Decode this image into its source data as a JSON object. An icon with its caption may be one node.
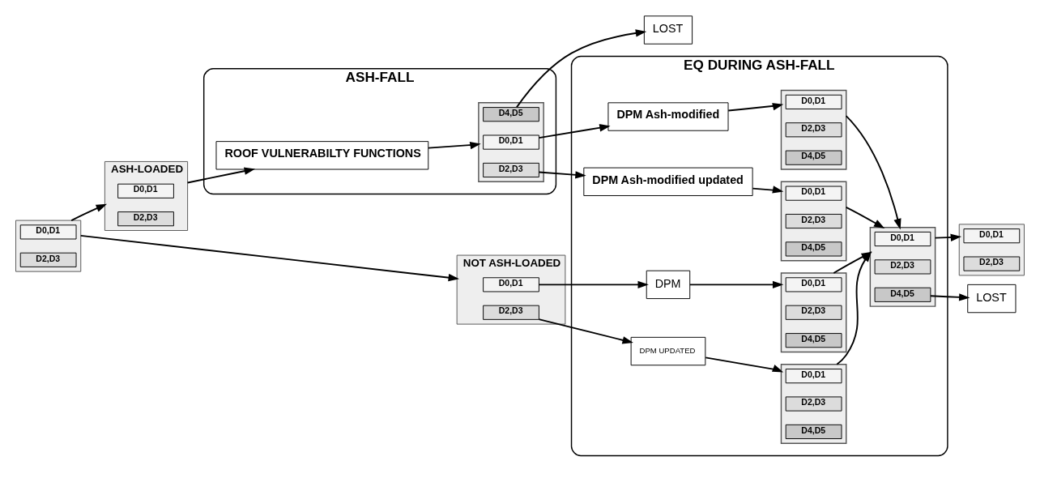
{
  "diagram": {
    "nodes": [
      {
        "text": [],
        "shape": "box"
      },
      {
        "text": [
          "D0,D1"
        ],
        "in": 0
      },
      {
        "text": [
          "D2,D3"
        ],
        "in": 0
      },
      {
        "text": [
          "ASH-LOADED"
        ]
      },
      {
        "text": [
          "D0,D1"
        ],
        "in": 3
      },
      {
        "text": [
          "D2,D3"
        ],
        "in": 3
      },
      {
        "text": [
          "NOT ASH-LOADED"
        ]
      },
      {
        "text": [
          "D0,D1"
        ],
        "in": 6
      },
      {
        "text": [
          "D2,D3"
        ],
        "in": 6
      },
      {
        "text": [
          "ASH-FALL"
        ]
      },
      {
        "text": [
          "ROOF VULNERABILTY FUNCTIONS"
        ],
        "in": 9
      },
      {
        "text": [],
        "shape": "box",
        "in": 9
      },
      {
        "text": [
          "D0,D1"
        ],
        "in": 11
      },
      {
        "text": [
          "D2,D3"
        ],
        "in": 11
      },
      {
        "text": [
          "D4,D5"
        ],
        "in": 11
      },
      {
        "text": [
          "LOST"
        ]
      },
      {
        "text": [
          "EQ DURING ASH-FALL"
        ]
      },
      {
        "text": [
          "DPM Ash-modified"
        ],
        "in": 16
      },
      {
        "text": [],
        "shape": "box",
        "in": 16
      },
      {
        "text": [
          "D0,D1"
        ],
        "in": 18
      },
      {
        "text": [
          "D2,D3"
        ],
        "in": 18
      },
      {
        "text": [
          "D4,D5"
        ],
        "in": 18
      },
      {
        "text": [
          "DPM Ash-modified updated"
        ],
        "in": 16
      },
      {
        "text": [],
        "shape": "box",
        "in": 16
      },
      {
        "text": [
          "D0,D1"
        ],
        "in": 23
      },
      {
        "text": [
          "D2,D3"
        ],
        "in": 23
      },
      {
        "text": [
          "D4,D5"
        ],
        "in": 23
      },
      {
        "text": [
          "DPM"
        ],
        "in": 16
      },
      {
        "text": [],
        "shape": "box",
        "in": 16
      },
      {
        "text": [
          "D0,D1"
        ],
        "in": 28
      },
      {
        "text": [
          "D2,D3"
        ],
        "in": 28
      },
      {
        "text": [
          "D4,D5"
        ],
        "in": 28
      },
      {
        "text": [
          "DPM UPDATED"
        ],
        "in": 16
      },
      {
        "text": [],
        "shape": "box",
        "in": 16
      },
      {
        "text": [
          "D0,D1"
        ],
        "in": 33
      },
      {
        "text": [
          "D2,D3"
        ],
        "in": 33
      },
      {
        "text": [
          "D4,D5"
        ],
        "in": 33
      },
      {
        "text": [],
        "shape": "box",
        "in": 16
      },
      {
        "text": [
          "D0,D1"
        ],
        "in": 37
      },
      {
        "text": [
          "D2,D3"
        ],
        "in": 37
      },
      {
        "text": [
          "D4,D5"
        ],
        "in": 37
      },
      {
        "text": [],
        "shape": "box"
      },
      {
        "text": [
          "D0,D1"
        ],
        "in": 41
      },
      {
        "text": [
          "D2,D3"
        ],
        "in": 41
      },
      {
        "text": [
          "LOST"
        ]
      }
    ],
    "edges": [
      {
        "from": 0,
        "to": 3,
        "arrow": "to"
      },
      {
        "from": 0,
        "to": 6,
        "arrow": "to"
      },
      {
        "from": 3,
        "to": 10,
        "arrow": "to"
      },
      {
        "from": 10,
        "to": 11,
        "arrow": "to"
      },
      {
        "from": 12,
        "to": 17,
        "arrow": "to"
      },
      {
        "from": 13,
        "to": 22,
        "arrow": "to"
      },
      {
        "from": 14,
        "to": 15,
        "arrow": "to"
      },
      {
        "from": 7,
        "to": 27,
        "arrow": "to"
      },
      {
        "from": 8,
        "to": 32,
        "arrow": "to"
      },
      {
        "from": 17,
        "to": 18,
        "arrow": "to"
      },
      {
        "from": 22,
        "to": 23,
        "arrow": "to"
      },
      {
        "from": 27,
        "to": 28,
        "arrow": "to"
      },
      {
        "from": 32,
        "to": 33,
        "arrow": "to"
      },
      {
        "from": 18,
        "to": 37,
        "arrow": "to"
      },
      {
        "from": 23,
        "to": 37,
        "arrow": "to"
      },
      {
        "from": 28,
        "to": 37,
        "arrow": "to"
      },
      {
        "from": 33,
        "to": 37,
        "arrow": "to"
      },
      {
        "from": 37,
        "to": 41,
        "arrow": "to"
      },
      {
        "from": 40,
        "to": 44,
        "arrow": "to"
      }
    ]
  }
}
